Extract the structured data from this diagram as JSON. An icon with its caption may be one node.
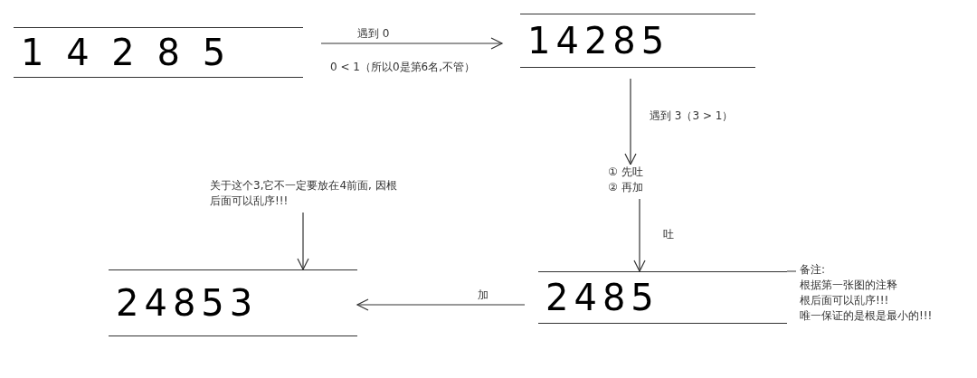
{
  "diagram": {
    "nodes": [
      {
        "text": [
          "1 4 2 8 5"
        ]
      },
      {
        "text": [
          "14285"
        ]
      },
      {
        "text": [
          "① 先吐",
          "② 再加"
        ]
      },
      {
        "text": [
          "2485"
        ]
      },
      {
        "text": [
          "24853"
        ]
      },
      {
        "text": [
          "关于这个3,它不一定要放在4前面, 因根后面可以乱序!!!"
        ]
      }
    ],
    "edges": [
      {
        "from": 0,
        "to": 1,
        "arrow": "to",
        "label": "遇到 0"
      },
      {
        "from": 1,
        "to": 2,
        "arrow": "to",
        "label": "遇到 3（3 > 1）"
      },
      {
        "from": 2,
        "to": 3,
        "arrow": "to",
        "label": "吐"
      },
      {
        "from": 3,
        "to": 4,
        "arrow": "to",
        "label": "加"
      },
      {
        "from": 5,
        "to": 4,
        "arrow": "to"
      }
    ],
    "labels": [
      "0 < 1（所以0是第6名,不管）",
      "备注:",
      "根据第一张图的注释",
      "根后面可以乱序!!!",
      "唯一保证的是根是最小的!!!"
    ]
  }
}
